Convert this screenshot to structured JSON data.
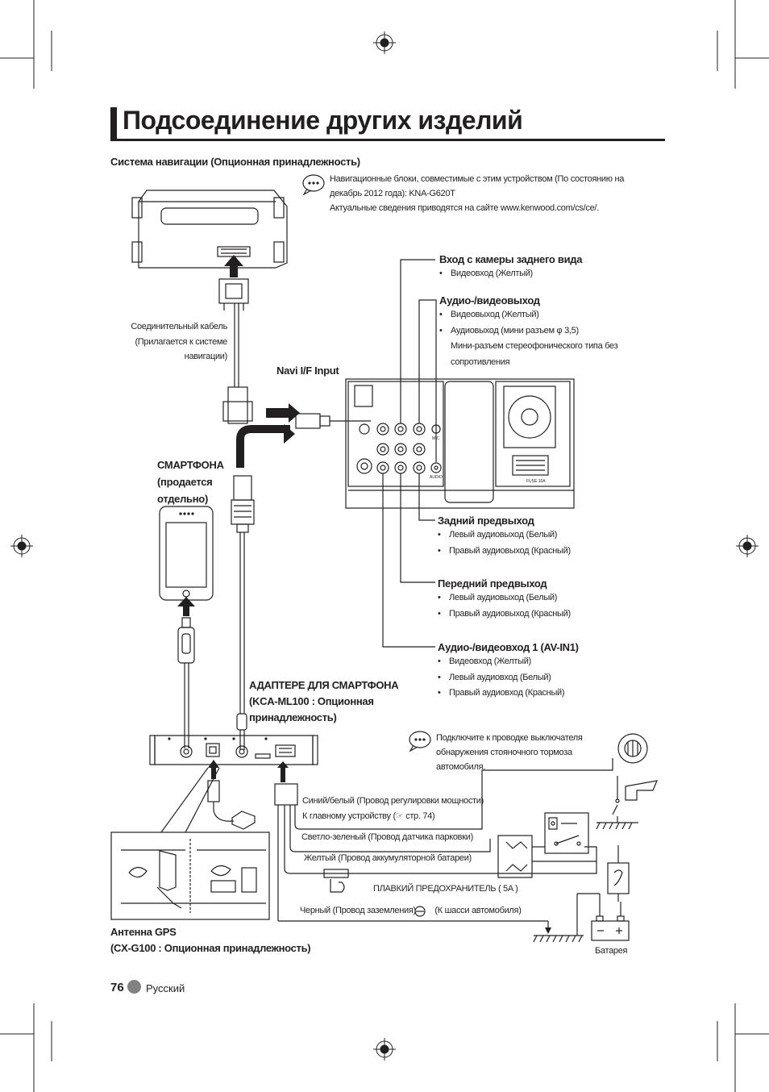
{
  "page": {
    "title": "Подсоединение других изделий",
    "section_title": "Система навигации (Опционная принадлежность)",
    "page_number": "76",
    "language": "Русский"
  },
  "navi_note": {
    "line1": "Навигационные блоки, совместимые с этим устройством (По состоянию на",
    "line2": "декабрь 2012 года): KNA-G620T",
    "line3": "Актуальные сведения приводятся на сайте www.kenwood.com/cs/ce/."
  },
  "labels": {
    "connection_cable": [
      "Соединительный кабель",
      "(Прилагается к системе",
      "навигации)"
    ],
    "navi_if_input": "Navi I/F Input",
    "smartphone": [
      "СМАРТФОНА",
      "(продается",
      "отдельно)"
    ],
    "smartphone_adapter": [
      "АДАПТЕРЕ ДЛЯ СМАРТФОНА",
      "(KCA-ML100 : Опционная",
      "принадлежность)"
    ],
    "gps_antenna": [
      "Антенна GPS",
      "(CX-G100 : Опционная принадлежность)"
    ],
    "battery": "Батарея",
    "fuse": "ПЛАВКИЙ ПРЕДОХРАНИТЕЛЬ ( 5A )"
  },
  "rear_camera": {
    "title": "Вход с камеры заднего вида",
    "items": [
      "Видеовход (Желтый)"
    ]
  },
  "av_output": {
    "title": "Аудио-/видеовыход",
    "items": [
      "Видеовыход (Желтый)",
      "Аудиовыход (мини разъем φ 3,5)"
    ],
    "extra": [
      "Мини-разъем стереофонического типа без",
      "сопротивления"
    ]
  },
  "rear_preout": {
    "title": "Задний предвыход",
    "items": [
      "Левый аудиовыход (Белый)",
      "Правый аудиовыход (Красный)"
    ]
  },
  "front_preout": {
    "title": "Передний предвыход",
    "items": [
      "Левый аудиовыход (Белый)",
      "Правый аудиовыход (Красный)"
    ]
  },
  "av_in1": {
    "title": "Аудио-/видеовход 1 (AV-IN1)",
    "items": [
      "Видеовход (Желтый)",
      "Левый аудиовход (Белый)",
      "Правый аудиовход (Красный)"
    ]
  },
  "parking_note": [
    "Подключите к проводке выключателя",
    "обнаружения стояночного тормоза",
    "автомобиля."
  ],
  "wires": {
    "blue_white": [
      "Синий/белый (Провод регулировки мощности)",
      "К главному устройству (☞ стр. 74)"
    ],
    "light_green": "Светло-зеленый (Провод датчика парковки)",
    "yellow": "Желтый (Провод аккумуляторной батареи)",
    "black_pre": "Черный (Провод заземления)",
    "black_post": "(К шасси автомобиля)"
  },
  "unit_labels": {
    "fuse_label": "FUSE 10A",
    "audio_label": "AUDIO",
    "mic_label": "MIC"
  },
  "colors": {
    "ink": "#231f20",
    "page_dot": "#808285"
  }
}
